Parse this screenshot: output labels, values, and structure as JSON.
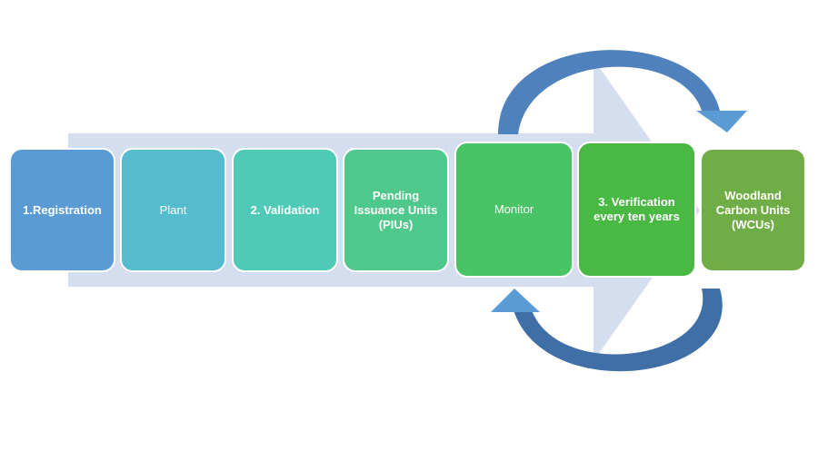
{
  "steps": [
    {
      "label": "1.Registration",
      "color": "#5b9bd5"
    },
    {
      "label": "Plant",
      "color": "#55bcd0"
    },
    {
      "label": "2. Validation",
      "color": "#4fcab7"
    },
    {
      "label": "Pending Issuance Units (PIUs)",
      "color": "#4fc98b"
    },
    {
      "label": "Monitor",
      "color": "#48c466"
    },
    {
      "label": "3. Verification every ten years",
      "color": "#4ab944"
    },
    {
      "label": "Woodland Carbon Units (WCUs)",
      "color": "#70ad47"
    }
  ],
  "colors": {
    "background_arrow": "#d5deef",
    "cycle_arrow_light": "#5b9bd5",
    "cycle_arrow_dark": "#3f6fa6"
  }
}
